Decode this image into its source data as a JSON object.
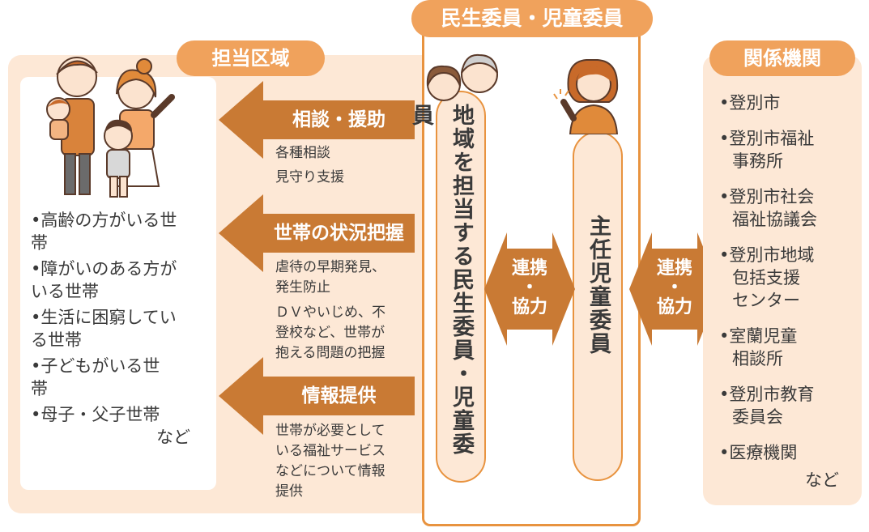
{
  "header": {
    "center": "民生委員・児童委員",
    "left": "担当区域",
    "right": "関係機関"
  },
  "left_list": [
    "•高齢の方がいる世帯",
    "•障がいのある方がいる世帯",
    "•生活に困窮している世帯",
    "•子どもがいる世帯",
    "•母子・父子世帯",
    "など"
  ],
  "arrows": [
    {
      "label": "相談・援助",
      "desc": [
        "各種相談",
        "見守り支援"
      ]
    },
    {
      "label": "世帯の状況把握",
      "desc": [
        "虐待の早期発見、",
        "発生防止",
        "ＤＶやいじめ、不",
        "登校など、世帯が",
        "抱える問題の把握"
      ]
    },
    {
      "label": "情報提供",
      "desc": [
        "世帯が必要として",
        "いる福祉サービス",
        "などについて情報",
        "提供"
      ]
    }
  ],
  "vertical_left": "地域を担当する民生委員・児童委員",
  "vertical_right": "主任児童委員",
  "link_left": [
    "連携",
    "・",
    "協力"
  ],
  "link_right": [
    "連携",
    "・",
    "協力"
  ],
  "right_list": [
    "•登別市",
    "•登別市福祉",
    "事務所",
    "•登別市社会",
    "福祉協議会",
    "•登別市地域",
    "包括支援",
    "センター",
    "•室蘭児童",
    "相談所",
    "•登別市教育",
    "委員会",
    "•医療機関",
    "など"
  ],
  "colors": {
    "panel": "#fde8d6",
    "pill": "#f0a25c",
    "arrow": "#c97a34",
    "outline": "#e8933f"
  },
  "icons": [
    "family-illustration-icon",
    "elderly-couple-illustration-icon",
    "woman-waving-illustration-icon"
  ]
}
